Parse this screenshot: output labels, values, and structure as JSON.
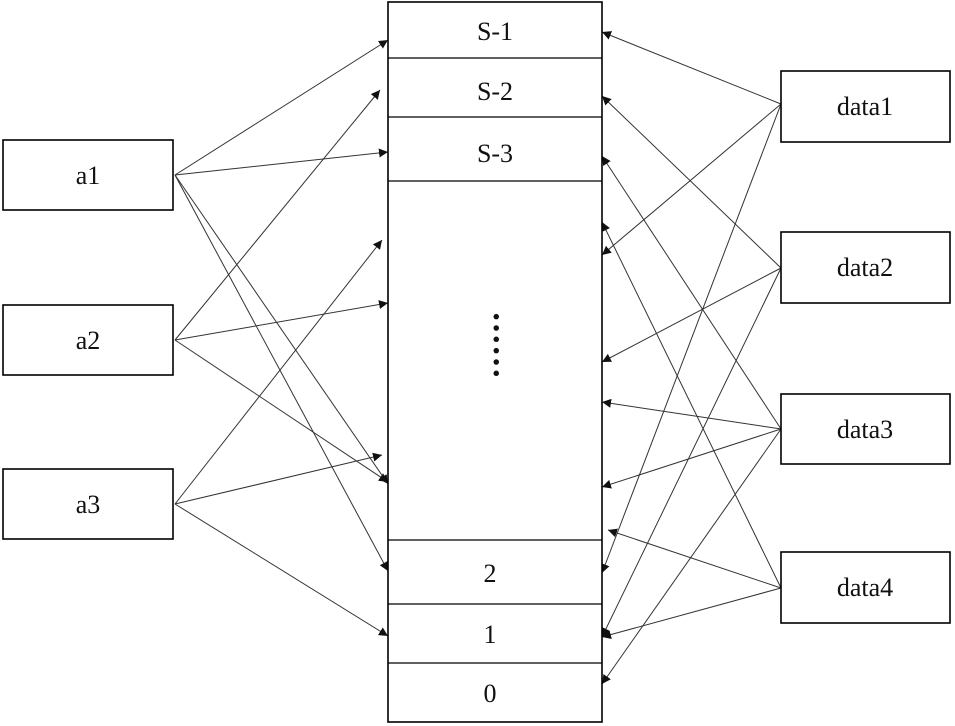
{
  "left_nodes": [
    {
      "id": "a1",
      "label": "a1"
    },
    {
      "id": "a2",
      "label": "a2"
    },
    {
      "id": "a3",
      "label": "a3"
    }
  ],
  "right_nodes": [
    {
      "id": "data1",
      "label": "data1"
    },
    {
      "id": "data2",
      "label": "data2"
    },
    {
      "id": "data3",
      "label": "data3"
    },
    {
      "id": "data4",
      "label": "data4"
    }
  ],
  "stack_cells": [
    {
      "id": "s1",
      "label": "S-1"
    },
    {
      "id": "s2",
      "label": "S-2"
    },
    {
      "id": "s3",
      "label": "S-3"
    },
    {
      "id": "gap",
      "label": "······"
    },
    {
      "id": "c2",
      "label": "2"
    },
    {
      "id": "c1",
      "label": "1"
    },
    {
      "id": "c0",
      "label": "0"
    }
  ],
  "edges": [
    {
      "from": "a1",
      "to": "s1"
    },
    {
      "from": "a1",
      "to": "s3"
    },
    {
      "from": "a1",
      "to": "gap_low"
    },
    {
      "from": "a1",
      "to": "c2"
    },
    {
      "from": "a2",
      "to": "s2"
    },
    {
      "from": "a2",
      "to": "gap_upper"
    },
    {
      "from": "a2",
      "to": "gap_lower"
    },
    {
      "from": "a3",
      "to": "gap_top"
    },
    {
      "from": "a3",
      "to": "gap_bottom"
    },
    {
      "from": "a3",
      "to": "c1"
    },
    {
      "from": "data1",
      "to": "s1"
    },
    {
      "from": "data1",
      "to": "gap_top"
    },
    {
      "from": "data1",
      "to": "c2"
    },
    {
      "from": "data2",
      "to": "s2"
    },
    {
      "from": "data2",
      "to": "gap_mid"
    },
    {
      "from": "data2",
      "to": "c1"
    },
    {
      "from": "data3",
      "to": "s3"
    },
    {
      "from": "data3",
      "to": "gap_mid"
    },
    {
      "from": "data3",
      "to": "gap_bottom"
    },
    {
      "from": "data3",
      "to": "c0"
    },
    {
      "from": "data4",
      "to": "gap_upper"
    },
    {
      "from": "data4",
      "to": "gap_bottom"
    },
    {
      "from": "data4",
      "to": "c1"
    }
  ]
}
